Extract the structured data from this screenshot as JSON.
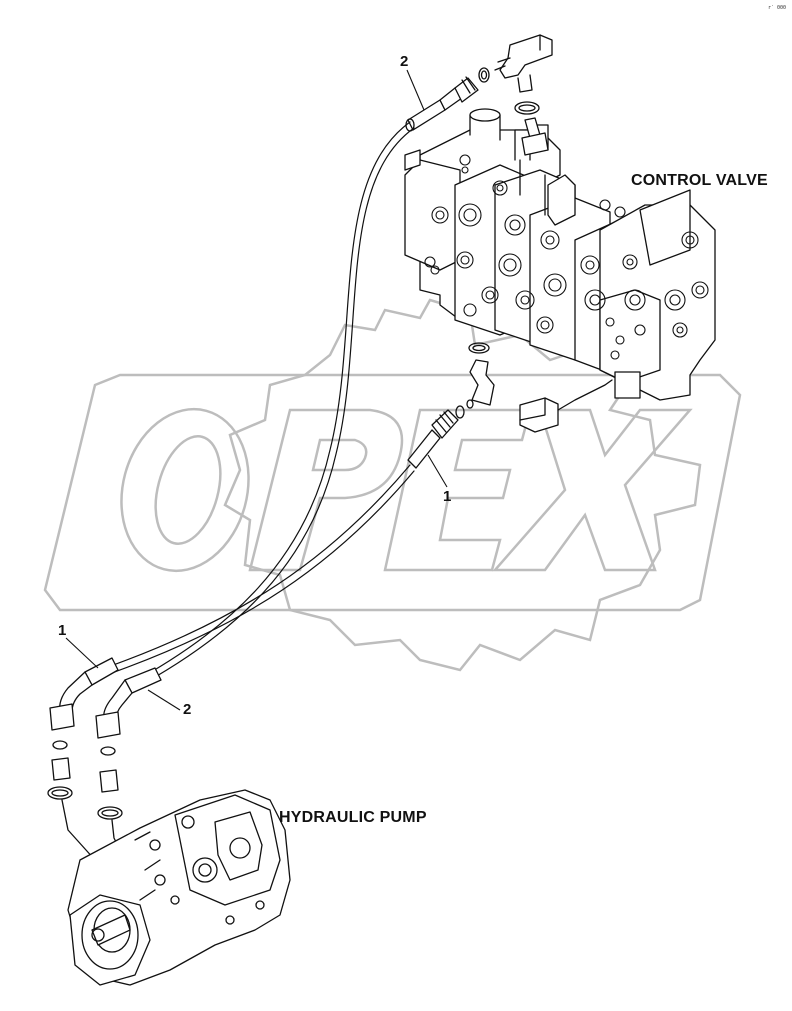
{
  "labels": {
    "control_valve": "CONTROL VALVE",
    "hydraulic_pump": "HYDRAULIC PUMP"
  },
  "callouts": {
    "part_2_top": "2",
    "part_1_mid": "1",
    "part_1_bottom": "1",
    "part_2_bottom": "2"
  },
  "watermark": "OPEX",
  "corner_code": "r′ 000",
  "colors": {
    "line": "#111111",
    "watermark": "#bdbdbd"
  }
}
